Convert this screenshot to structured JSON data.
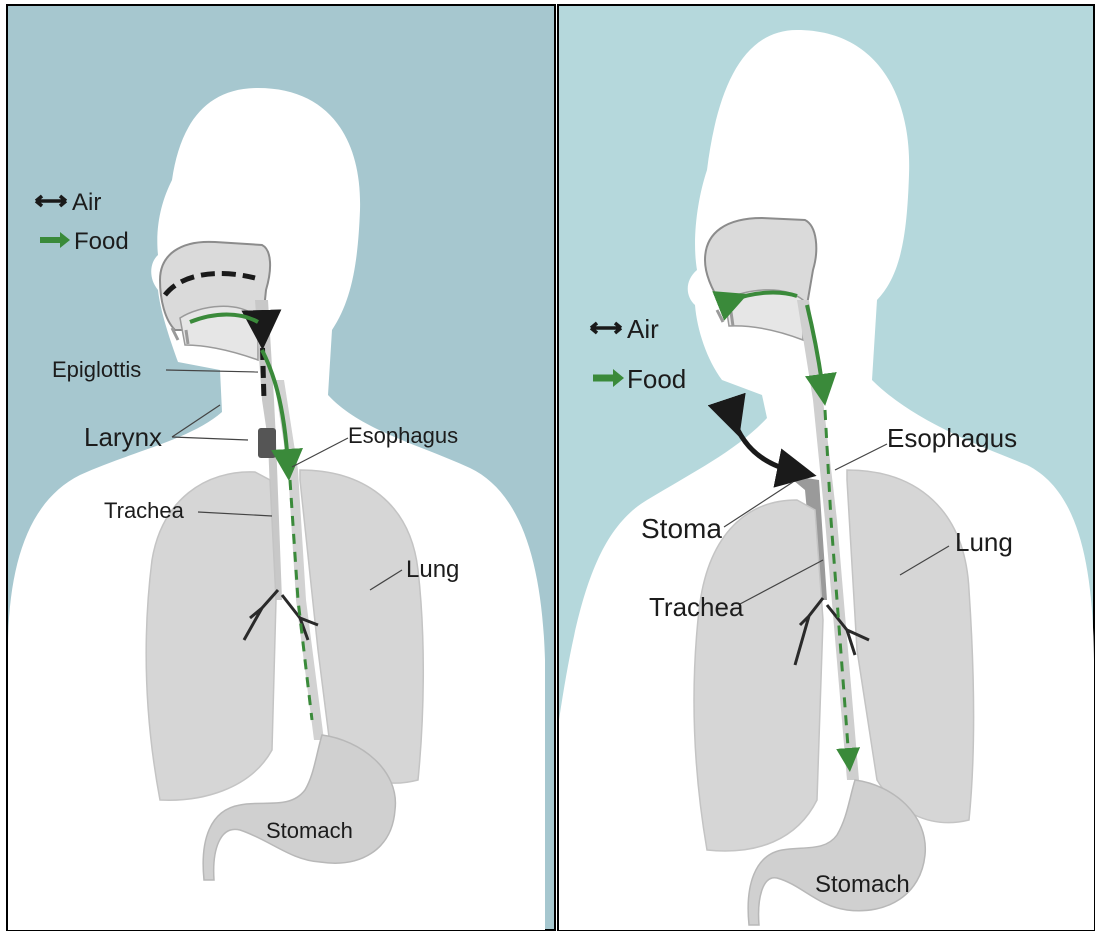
{
  "colors": {
    "background_left": "#a6c7cf",
    "background_right": "#b5d8dc",
    "body": "#ffffff",
    "organ": "#dcdcdc",
    "air_arrow": "#1a1a1a",
    "food_arrow": "#3a8a3a"
  },
  "left": {
    "legend": {
      "air": "Air",
      "food": "Food"
    },
    "labels": {
      "epiglottis": "Epiglottis",
      "larynx": "Larynx",
      "esophagus": "Esophagus",
      "trachea": "Trachea",
      "lung": "Lung",
      "stomach": "Stomach"
    }
  },
  "right": {
    "legend": {
      "air": "Air",
      "food": "Food"
    },
    "labels": {
      "esophagus": "Esophagus",
      "stoma": "Stoma",
      "lung": "Lung",
      "trachea": "Trachea",
      "stomach": "Stomach"
    }
  }
}
